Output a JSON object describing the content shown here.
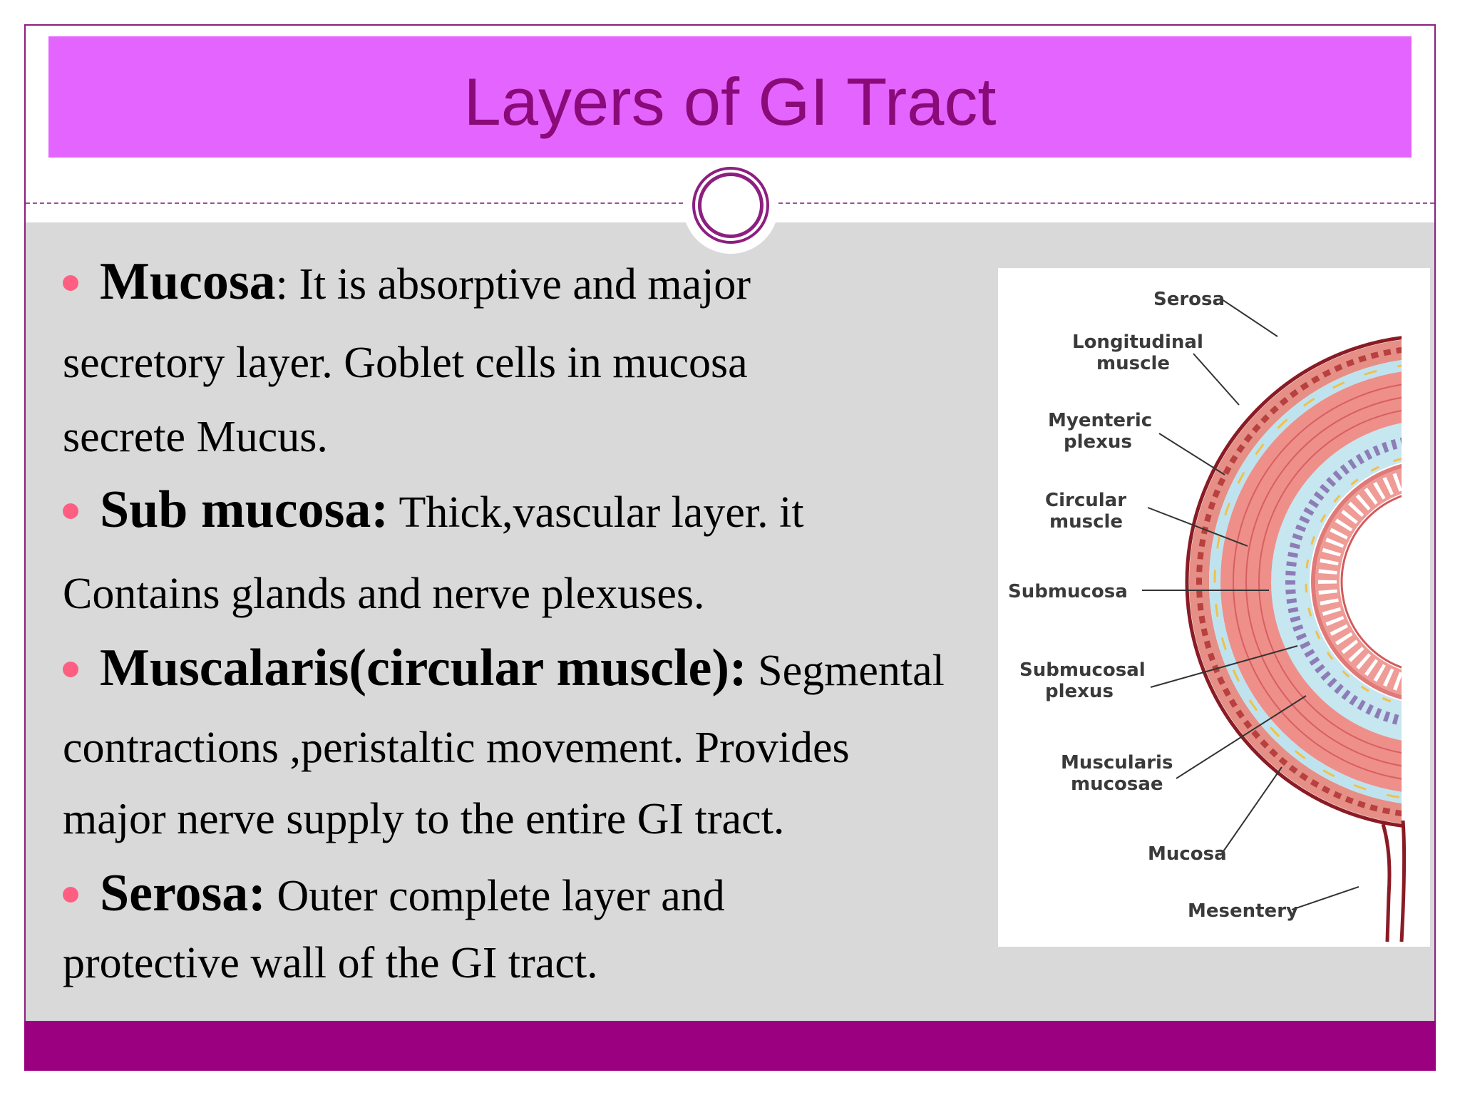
{
  "slide": {
    "title": "Layers of GI Tract"
  },
  "bullets": [
    {
      "term": "Mucosa",
      "separator": ":",
      "lines": [
        " It is absorptive and major",
        "secretory layer. Goblet cells in mucosa",
        "secrete Mucus."
      ]
    },
    {
      "term": "Sub mucosa:",
      "separator": "",
      "lines": [
        " Thick,vascular layer. it",
        "Contains glands and nerve plexuses."
      ]
    },
    {
      "term": "Muscalaris(circular muscle):",
      "separator": "",
      "lines": [
        " Segmental",
        " contractions ,peristaltic movement. Provides",
        "major nerve supply to the entire GI tract."
      ]
    },
    {
      "term": "Serosa:",
      "separator": "",
      "lines": [
        " Outer complete layer and",
        "protective  wall of the GI tract."
      ]
    }
  ],
  "diagram": {
    "labels": {
      "serosa": "Serosa",
      "longitudinal_1": "Longitudinal",
      "longitudinal_2": "muscle",
      "myenteric_1": "Myenteric",
      "myenteric_2": "plexus",
      "circular_1": "Circular",
      "circular_2": "muscle",
      "submucosa": "Submucosa",
      "submucosal_1": "Submucosal",
      "submucosal_2": "plexus",
      "muscularis_1": "Muscularis",
      "muscularis_2": "mucosae",
      "mucosa": "Mucosa",
      "mesentery": "Mesentery"
    }
  },
  "colors": {
    "title_bar": "#e464ff",
    "title_text": "#8a0a7a",
    "content_bg": "#d9d9d9",
    "footer": "#9b0080",
    "bullet": "#ff5e83",
    "frame": "#8c1f7f"
  }
}
